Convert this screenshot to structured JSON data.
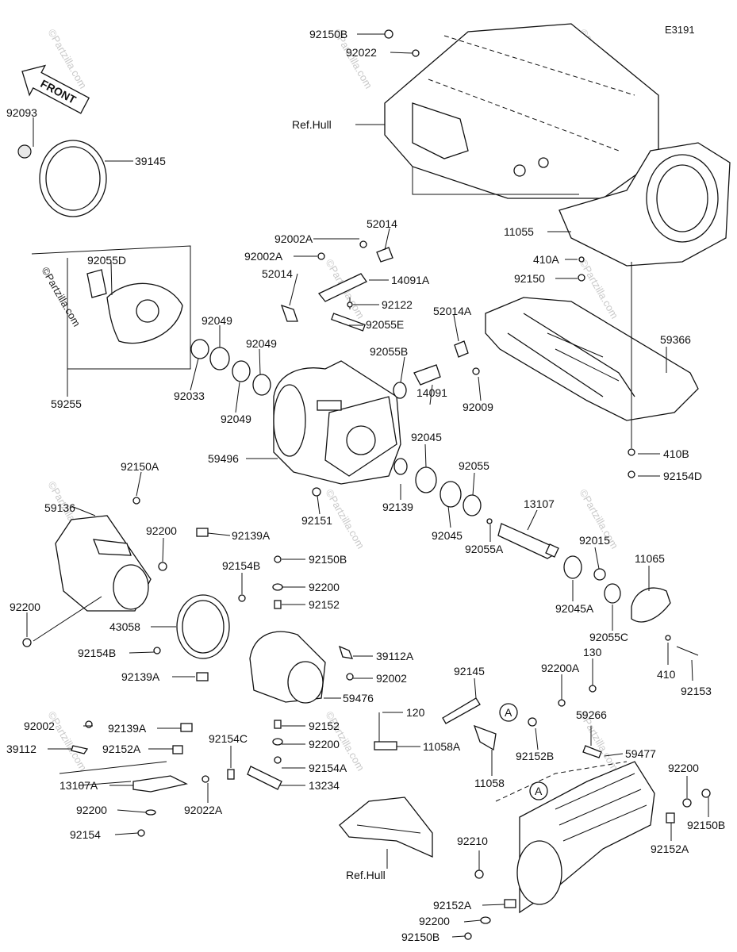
{
  "diagram_code": "E3191",
  "front_label": "FRONT",
  "watermark": "©Partzilla.com",
  "callout_a": "A",
  "labels": {
    "p92150B_top": "92150B",
    "p92022": "92022",
    "p92093": "92093",
    "p39145": "39145",
    "refhull_top": "Ref.Hull",
    "p92002A_1": "92002A",
    "p52014_top": "52014",
    "p92002A_2": "92002A",
    "p92055D": "92055D",
    "p52014_l": "52014",
    "p14091A": "14091A",
    "p92122": "92122",
    "p92055E": "92055E",
    "p11055": "11055",
    "p410A": "410A",
    "p92150": "92150",
    "p59366": "59366",
    "p52014A": "52014A",
    "p92049_a": "92049",
    "p92049_b": "92049",
    "p92033": "92033",
    "p92049_c": "92049",
    "p59255": "59255",
    "p92055B": "92055B",
    "p14091": "14091",
    "p92009": "92009",
    "p92045_a": "92045",
    "p410B": "410B",
    "p92154D": "92154D",
    "p59496": "59496",
    "p92150A": "92150A",
    "p92055": "92055",
    "p59136": "59136",
    "p92139": "92139",
    "p92151": "92151",
    "p13107": "13107",
    "p92200_a": "92200",
    "p92139A_a": "92139A",
    "p92045_b": "92045",
    "p92055A": "92055A",
    "p92015": "92015",
    "p11065": "11065",
    "p92154B_a": "92154B",
    "p92150B_m": "92150B",
    "p92200_b": "92200",
    "p92152_a": "92152",
    "p92200_l": "92200",
    "p92045A": "92045A",
    "p43058": "43058",
    "p92055C": "92055C",
    "p92154B_b": "92154B",
    "p39112A": "39112A",
    "p92139A_b": "92139A",
    "p92002_m": "92002",
    "p130": "130",
    "p410": "410",
    "p92153": "92153",
    "p92145": "92145",
    "p92200A": "92200A",
    "p59476": "59476",
    "p120": "120",
    "p92002_l": "92002",
    "p92139A_c": "92139A",
    "p92152_b": "92152",
    "p59266": "59266",
    "p39112": "39112",
    "p92152A_a": "92152A",
    "p92154C": "92154C",
    "p92200_c": "92200",
    "p11058A": "11058A",
    "p92152B": "92152B",
    "p59477": "59477",
    "p92154A": "92154A",
    "p11058": "11058",
    "p92200_d": "92200",
    "p13107A": "13107A",
    "p13234": "13234",
    "p92200_e": "92200",
    "p92022A": "92022A",
    "p92150B_r": "92150B",
    "p92152A_b": "92152A",
    "p92154": "92154",
    "p92210": "92210",
    "refhull_bottom": "Ref.Hull",
    "p92152A_c": "92152A",
    "p92200_f": "92200",
    "p92150B_b": "92150B"
  }
}
